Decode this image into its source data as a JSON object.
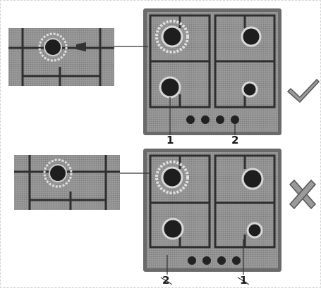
{
  "top_diagram": {
    "labels": [
      "1",
      "2"
    ],
    "mark": "checkmark-icon"
  },
  "bottom_diagram": {
    "labels": [
      "2",
      "1"
    ],
    "mark": "cross-icon"
  },
  "colors": {
    "hob_frame": "#6a6a6a",
    "hob_surface": "#8e8e8e",
    "grate": "#2e2e2e",
    "burner_cap": "#1e1e1e",
    "burner_ring": "#d8d8d8",
    "knob": "#222222",
    "mark": "#555555"
  }
}
